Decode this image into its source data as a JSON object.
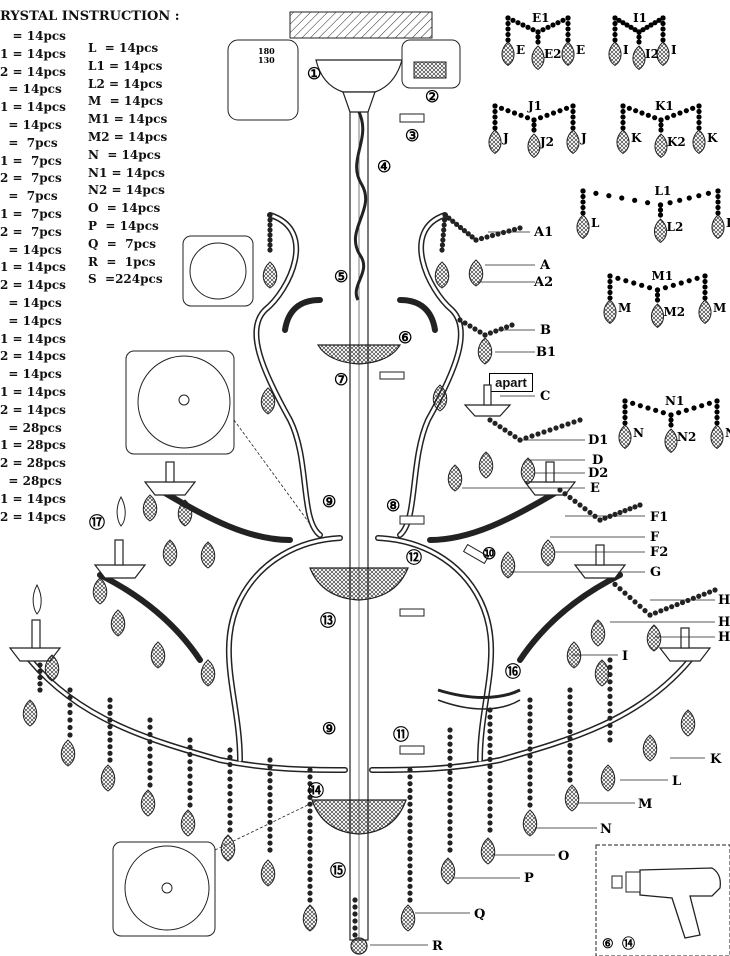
{
  "instruction": {
    "title": "RYSTAL INSTRUCTION :",
    "left_column": [
      "   = 14pcs",
      "1 = 14pcs",
      "2 = 14pcs",
      "  = 14pcs",
      "1 = 14pcs",
      "  = 14pcs",
      "  =  7pcs",
      "1 =  7pcs",
      "2 =  7pcs",
      "  =  7pcs",
      "1 =  7pcs",
      "2 =  7pcs",
      "  = 14pcs",
      "1 = 14pcs",
      "2 = 14pcs",
      "  = 14pcs",
      "  = 14pcs",
      "1 = 14pcs",
      "2 = 14pcs",
      "  = 14pcs",
      "1 = 14pcs",
      "2 = 14pcs",
      "  = 28pcs",
      "1 = 28pcs",
      "2 = 28pcs",
      "  = 28pcs",
      "1 = 14pcs",
      "2 = 14pcs"
    ],
    "right_column": [
      "L  = 14pcs",
      "L1 = 14pcs",
      "L2 = 14pcs",
      "M  = 14pcs",
      "M1 = 14pcs",
      "M2 = 14pcs",
      "N  = 14pcs",
      "N1 = 14pcs",
      "N2 = 14pcs",
      "O  = 14pcs",
      "P  = 14pcs",
      "Q  =  7pcs",
      "R  =  1pcs",
      "S  =224pcs"
    ]
  },
  "step_numbers": [
    "①",
    "②",
    "③",
    "④",
    "⑤",
    "⑥",
    "⑦",
    "⑧",
    "⑨",
    "⑩",
    "⑪",
    "⑫",
    "⑬",
    "⑭",
    "⑮",
    "⑯",
    "⑰",
    "⑨"
  ],
  "detail_measure": [
    "180",
    "130"
  ],
  "apart_label": "apart",
  "part_labels": {
    "A1": "A1",
    "A": "A",
    "A2": "A2",
    "B": "B",
    "B1": "B1",
    "C": "C",
    "D1": "D1",
    "D": "D",
    "D2": "D2",
    "E": "E",
    "F1": "F1",
    "F": "F",
    "F2": "F2",
    "G": "G",
    "H1": "H",
    "H": "H",
    "H2": "H",
    "I": "I",
    "K": "K",
    "L": "L",
    "M": "M",
    "N": "N",
    "O": "O",
    "P": "P",
    "Q": "Q",
    "R": "R"
  },
  "chain_diagrams": [
    {
      "letters": [
        "E1",
        "E",
        "E2",
        "E"
      ]
    },
    {
      "letters": [
        "I1",
        "I",
        "I2",
        "I"
      ]
    },
    {
      "letters": [
        "J1",
        "J",
        "J2",
        "J"
      ]
    },
    {
      "letters": [
        "K1",
        "K",
        "K2",
        "K"
      ]
    },
    {
      "letters": [
        "L1",
        "L",
        "L2",
        "L"
      ]
    },
    {
      "letters": [
        "M1",
        "M",
        "M2",
        "M"
      ]
    },
    {
      "letters": [
        "N1",
        "N",
        "N2",
        "N"
      ]
    }
  ],
  "tool_steps": [
    "⑥",
    "⑭"
  ]
}
